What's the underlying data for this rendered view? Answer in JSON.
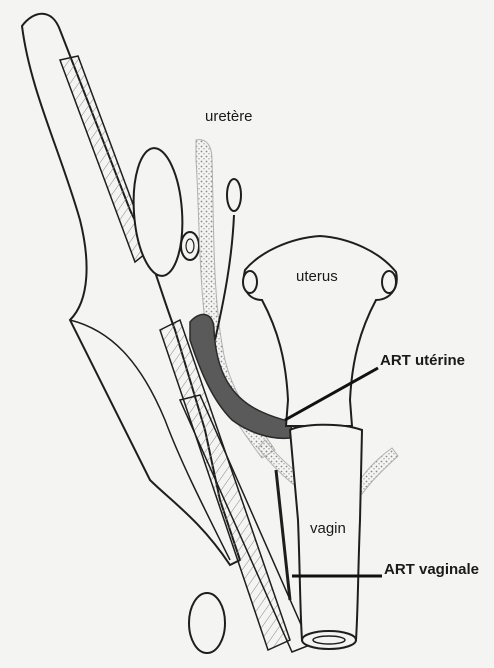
{
  "labels": {
    "uretere": "uretère",
    "uterus": "uterus",
    "art_uterine": "ART utérine",
    "vagin": "vagin",
    "art_vaginale": "ART vaginale"
  },
  "colors": {
    "ink": "#1e1e1e",
    "artery_fill": "#5a5a5a",
    "ureter_fill": "#b8b8b8",
    "paper": "#f4f4f2"
  }
}
